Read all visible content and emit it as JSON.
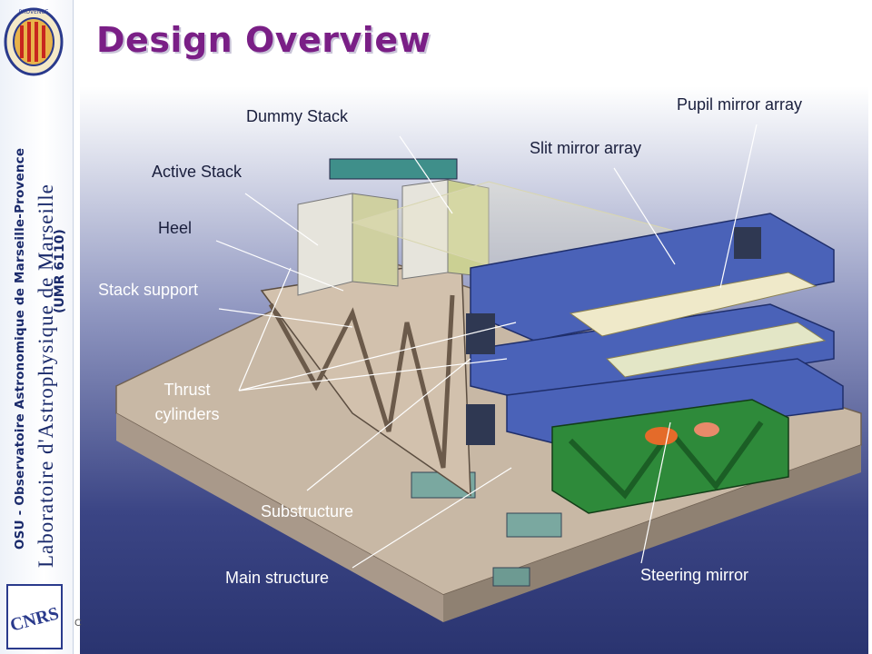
{
  "slide": {
    "title": "Design Overview",
    "footer_mark": "C"
  },
  "sidebar": {
    "osu_text": "OSU - Observatoire Astronomique de Marseille-Provence",
    "lab_line1": "Laboratoire d'Astrophysique de Marseille",
    "lab_line2": "(UMR 6110)",
    "seal_text": "PROVENCE",
    "cnrs_logo_text": "CNRS"
  },
  "labels": {
    "dummy_stack": "Dummy Stack",
    "pupil_mirror_array": "Pupil mirror array",
    "slit_mirror_array": "Slit mirror array",
    "active_stack": "Active Stack",
    "heel": "Heel",
    "stack_support": "Stack support",
    "thrust_cylinders": "Thrust cylinders",
    "substructure": "Substructure",
    "main_structure": "Main structure",
    "steering_mirror": "Steering mirror"
  },
  "colors": {
    "title": "#7a1f86",
    "banner_text": "#1a2a6b",
    "blue_plates": "#4a62b8",
    "green_frame": "#2e8a3a",
    "base": "#c9b9a6"
  }
}
